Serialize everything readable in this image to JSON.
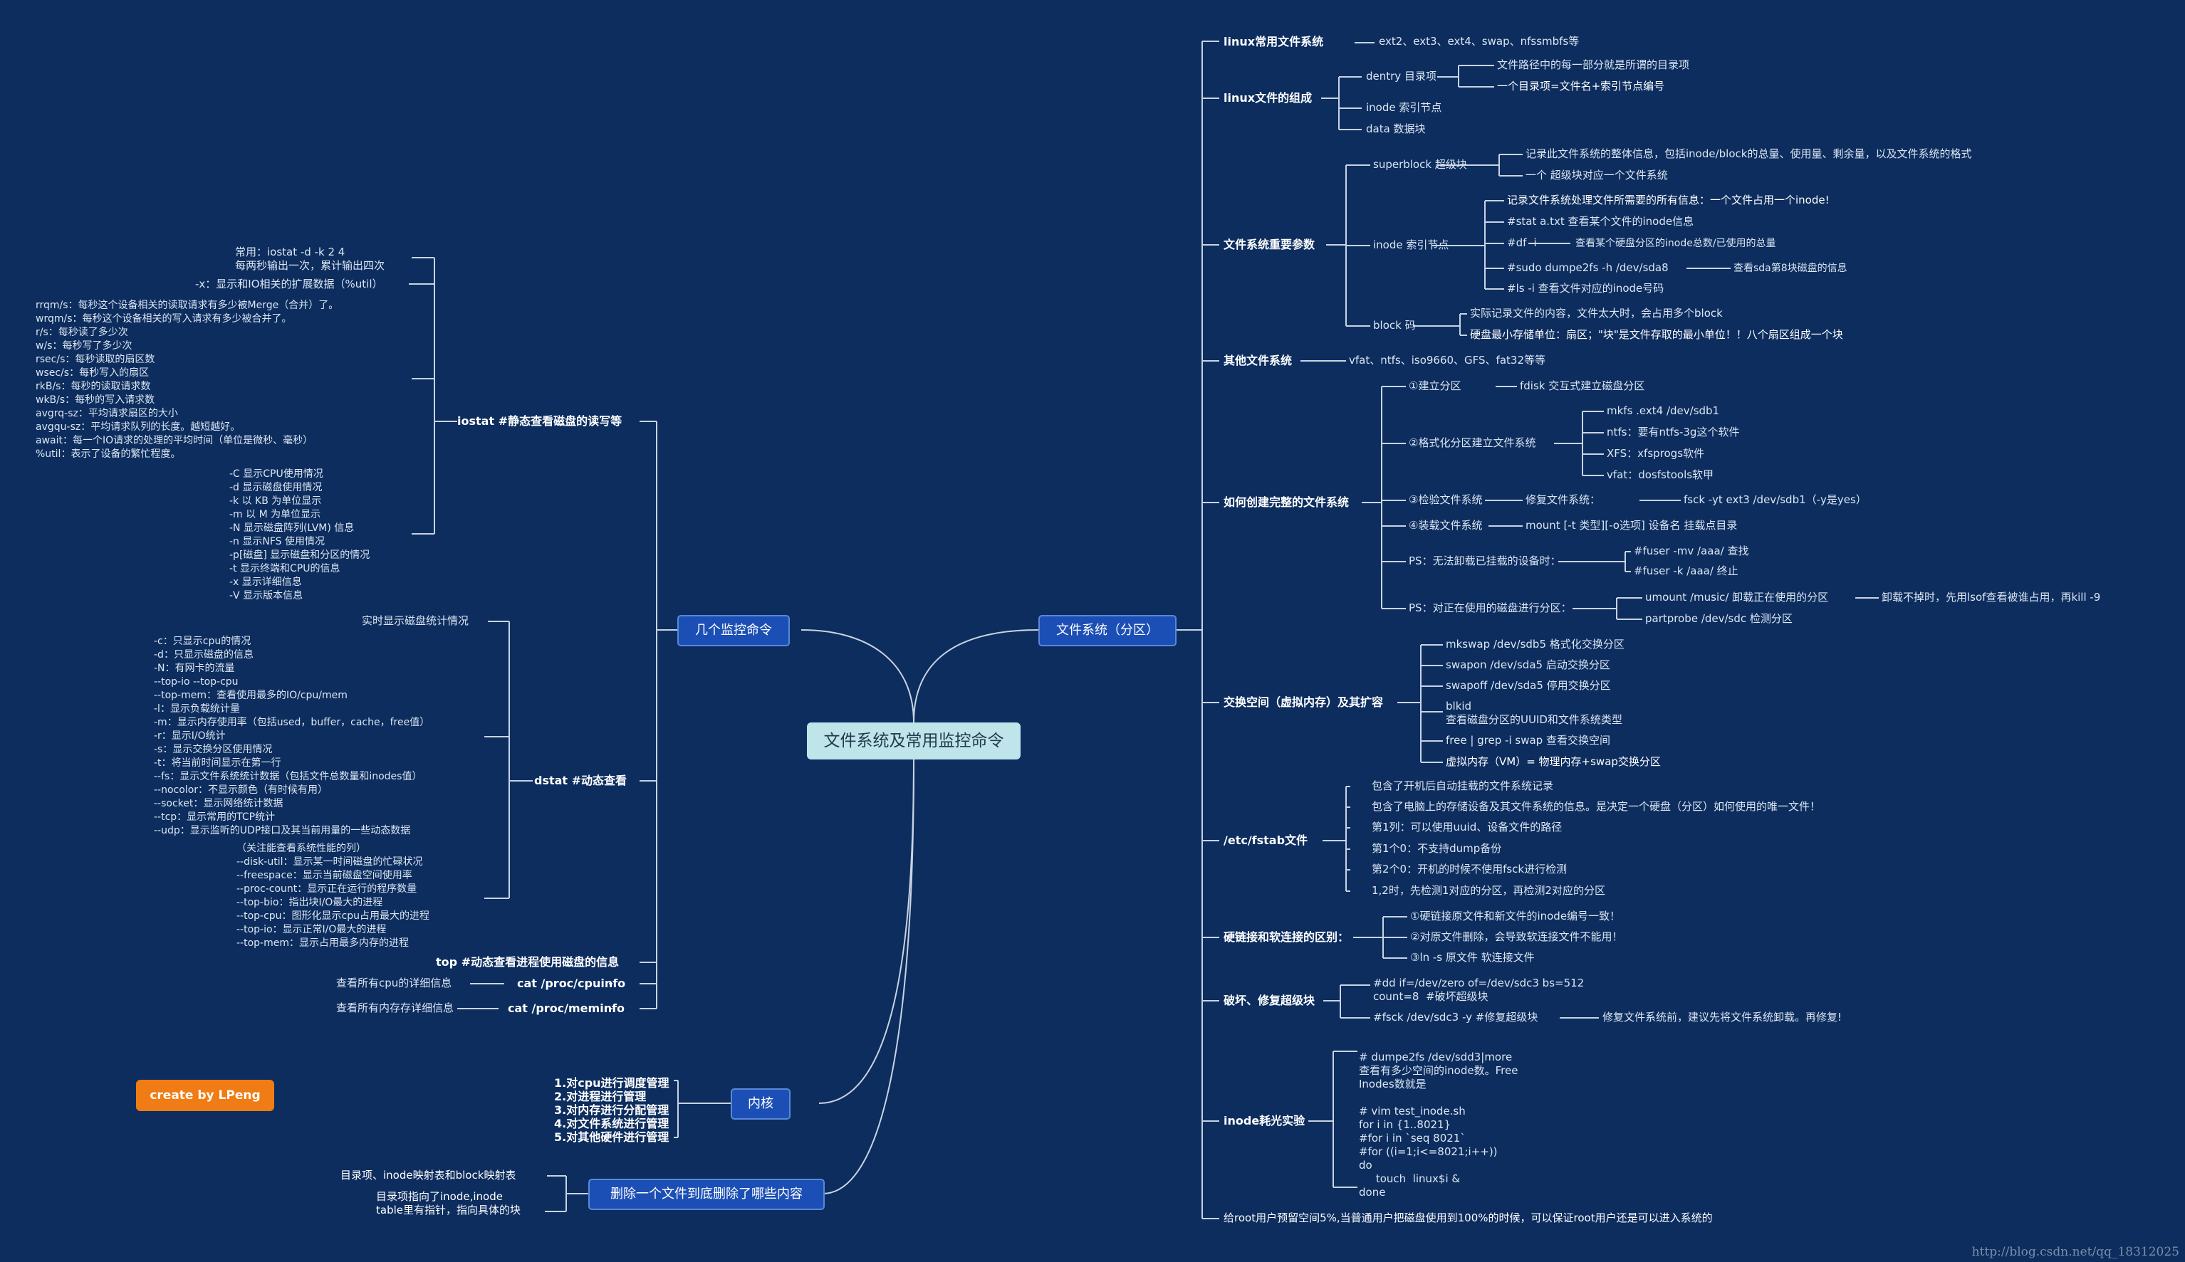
{
  "center": "文件系统及常用监控命令",
  "credit": "create by LPeng",
  "watermark": "http://blog.csdn.net/qq_18312025",
  "topics": {
    "fs": "文件系统（分区）",
    "monitor": "几个监控命令",
    "kernel": "内核",
    "delete": "删除一个文件到底删除了哪些内容"
  },
  "kernel": {
    "items": "1.对cpu进行调度管理\n2.对进程进行管理\n3.对内存进行分配管理\n4.对文件系统进行管理\n5.对其他硬件进行管理"
  },
  "del": {
    "a": "目录项、inode映射表和block映射表",
    "b": "目录项指向了inode,inode\ntable里有指针，指向具体的块"
  },
  "monitor": {
    "iostat_label": "iostat #静态查看磁盘的读写等",
    "iostat_usage": "常用：iostat -d -k 2 4\n每两秒输出一次，累计输出四次",
    "iostat_x": "-x：显示和IO相关的扩展数据（%util）",
    "iostat_fields": "rrqm/s：每秒这个设备相关的读取请求有多少被Merge（合并）了。\nwrqm/s：每秒这个设备相关的写入请求有多少被合并了。\nr/s：每秒读了多少次\nw/s：每秒写了多少次\nrsec/s：每秒读取的扇区数\nwsec/s：每秒写入的扇区\nrkB/s：每秒的读取请求数\nwkB/s：每秒的写入请求数\navgrq-sz：平均请求扇区的大小\navgqu-sz：平均请求队列的长度。越短越好。\nawait：每一个IO请求的处理的平均时间（单位是微秒、毫秒）\n%util：表示了设备的繁忙程度。",
    "iostat_opts": "-C 显示CPU使用情况\n-d 显示磁盘使用情况\n-k 以 KB 为单位显示\n-m 以 M 为单位显示\n-N 显示磁盘阵列(LVM) 信息\n-n 显示NFS 使用情况\n-p[磁盘] 显示磁盘和分区的情况\n-t 显示终端和CPU的信息\n-x 显示详细信息\n-V 显示版本信息",
    "dstat_label": "dstat #动态查看",
    "dstat_realtime": "实时显示磁盘统计情况",
    "dstat_opts": "-c：只显示cpu的情况\n-d：只显示磁盘的信息\n-N：有网卡的流量\n--top-io --top-cpu\n--top-mem：查看使用最多的IO/cpu/mem\n-l：显示负载统计量\n-m：显示内存使用率（包括used，buffer，cache，free值）\n-r：显示I/O统计\n-s：显示交换分区使用情况\n-t：将当前时间显示在第一行\n--fs：显示文件系统统计数据（包括文件总数量和inodes值）\n--nocolor：不显示颜色（有时候有用）\n--socket：显示网络统计数据\n--tcp：显示常用的TCP统计\n--udp：显示监听的UDP接口及其当前用量的一些动态数据",
    "dstat_perf": "（关注能查看系统性能的列）\n--disk-util：显示某一时间磁盘的忙碌状况\n--freespace：显示当前磁盘空间使用率\n--proc-count：显示正在运行的程序数量\n--top-bio：指出块I/O最大的进程\n--top-cpu：图形化显示cpu占用最大的进程\n--top-io：显示正常I/O最大的进程\n--top-mem：显示占用最多内存的进程",
    "top_label": "top #动态查看进程使用磁盘的信息",
    "cpuinfo_label": "cat /proc/cpuinfo",
    "cpuinfo_desc": "查看所有cpu的详细信息",
    "meminfo_label": "cat /proc/meminfo",
    "meminfo_desc": "查看所有内存存详细信息"
  },
  "fs": {
    "common_label": "linux常用文件系统",
    "common_val": "ext2、ext3、ext4、swap、nfssmbfs等",
    "compose_label": "linux文件的组成",
    "dentry": "dentry 目录项",
    "dentry_a": "文件路径中的每一部分就是所谓的目录项",
    "dentry_b": "一个目录项=文件名+索引节点编号",
    "inode": "inode 索引节点",
    "data": "data 数据块",
    "params_label": "文件系统重要参数",
    "superblock": "superblock 超级块",
    "sb_a": "记录此文件系统的整体信息，包括inode/block的总量、使用量、剩余量，以及文件系统的格式",
    "sb_b": "一个 超级块对应一个文件系统",
    "inode2": "inode 索引节点",
    "in_a": "记录文件系统处理文件所需要的所有信息：一个文件占用一个inode!",
    "in_b": "#stat a.txt  查看某个文件的inode信息",
    "in_c": "#df -i",
    "in_c2": "查看某个硬盘分区的inode总数/已使用的总量",
    "in_d": "#sudo dumpe2fs -h /dev/sda8",
    "in_d2": "查看sda第8块磁盘的信息",
    "in_e": "#ls -i 查看文件对应的inode号码",
    "block": "block 码",
    "bl_a": "实际记录文件的内容，文件太大时，会占用多个block",
    "bl_b": "硬盘最小存储单位：扇区；\"块\"是文件存取的最小单位！！八个扇区组成一个块",
    "other_label": "其他文件系统",
    "other_val": "vfat、ntfs、iso9660、GFS、fat32等等",
    "create_label": "如何创建完整的文件系统",
    "c1": "①建立分区",
    "c1a": "fdisk 交互式建立磁盘分区",
    "c2": "②格式化分区建立文件系统",
    "c2a": "mkfs .ext4 /dev/sdb1",
    "c2b": "ntfs：要有ntfs-3g这个软件",
    "c2c": "XFS：xfsprogs软件",
    "c2d": "vfat：dosfstools软甲",
    "c3": "③检验文件系统",
    "c3a": "修复文件系统：",
    "c3b": "fsck -yt ext3 /dev/sdb1（-y是yes）",
    "c4": "④装载文件系统",
    "c4a": "mount [-t 类型][-o选项] 设备名 挂载点目录",
    "c5": "PS：无法卸载已挂载的设备时：",
    "c5a": "#fuser  -mv /aaa/ 查找",
    "c5b": "#fuser -k /aaa/  终止",
    "c6": "PS：对正在使用的磁盘进行分区：",
    "c6a": "umount /music/  卸载正在使用的分区",
    "c6a2": "卸载不掉时，先用lsof查看被谁占用，再kill -9",
    "c6b": "partprobe /dev/sdc 检测分区",
    "swap_label": "交换空间（虚拟内存）及其扩容",
    "s1": "mkswap /dev/sdb5 格式化交换分区",
    "s2": "swapon /dev/sda5  启动交换分区",
    "s3": "swapoff /dev/sda5  停用交换分区",
    "s4": "blkid\n查看磁盘分区的UUID和文件系统类型",
    "s5": "free | grep -i swap  查看交换空间",
    "s6": "虚拟内存（VM）= 物理内存+swap交换分区",
    "fstab_label": "/etc/fstab文件",
    "f1": "包含了开机后自动挂载的文件系统记录",
    "f2": "包含了电脑上的存储设备及其文件系统的信息。是决定一个硬盘（分区）如何使用的唯一文件！",
    "f3": "第1列：可以使用uuid、设备文件的路径",
    "f4": "第1个0：不支持dump备份",
    "f5": "第2个0：开机的时候不使用fsck进行检测",
    "f6": "1,2时，先检测1对应的分区，再检测2对应的分区",
    "link_label": "硬链接和软连接的区别：",
    "l1": "①硬链接原文件和新文件的inode编号一致！",
    "l2": "②对原文件删除，会导致软连接文件不能用！",
    "l3": "③ln -s 原文件 软连接文件",
    "repair_label": "破坏、修复超级块",
    "r1": "#dd if=/dev/zero of=/dev/sdc3 bs=512\ncount=8  #破坏超级块",
    "r2": "#fsck /dev/sdc3 -y #修复超级块",
    "r3": "修复文件系统前，建议先将文件系统卸载。再修复!",
    "inodeexp_label": "inode耗光实验",
    "ie": "# dumpe2fs /dev/sdd3|more\n查看有多少空间的inode数。Free\nInodes数就是\n\n# vim test_inode.sh\nfor i in {1..8021}\n#for i in `seq 8021`\n#for ((i=1;i<=8021;i++))\ndo\n     touch  linux$i &\ndone",
    "root_label": "给root用户预留空间5%,当普通用户把磁盘使用到100%的时候，可以保证root用户还是可以进入系统的"
  }
}
